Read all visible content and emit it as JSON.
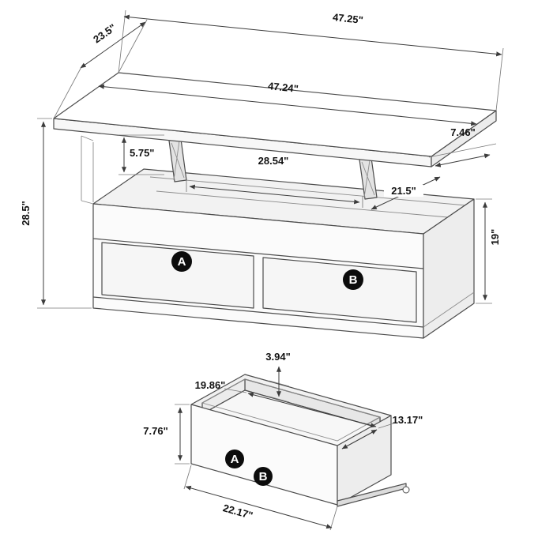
{
  "diagram": {
    "table": {
      "dim_top_width": "47.25\"",
      "dim_top_depth": "23.5\"",
      "dim_surface_width": "47.24\"",
      "dim_lift_height": "5.75\"",
      "dim_inner_width": "28.54\"",
      "dim_top_overhang": "7.46\"",
      "dim_inner_depth": "21.5\"",
      "dim_overall_height": "28.5\"",
      "dim_base_height": "19\"",
      "label_a": "A",
      "label_b": "B"
    },
    "drawer": {
      "dim_back_height": "3.94\"",
      "dim_inner_width": "19.86\"",
      "dim_inner_depth": "13.17\"",
      "dim_front_height": "7.76\"",
      "dim_outer_width": "22.17\"",
      "label_a": "A",
      "label_b": "B"
    }
  }
}
